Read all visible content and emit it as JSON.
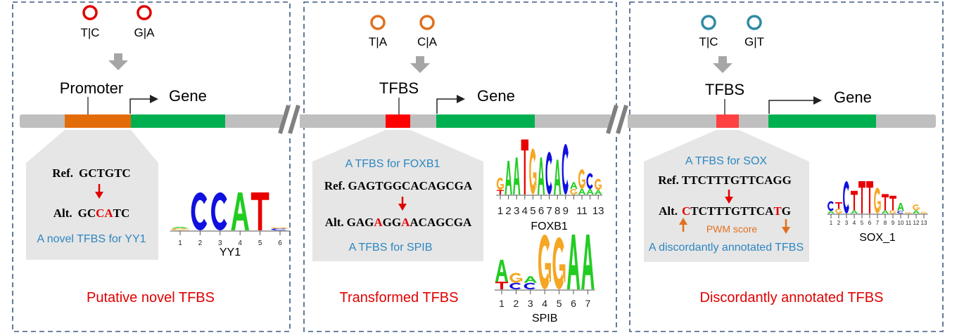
{
  "colors": {
    "variant1": "#e00000",
    "variant2": "#e07020",
    "variant3": "#2f8aa3",
    "promoter": "#e36c0a",
    "gene": "#00b050",
    "tfbs": "#ff0000",
    "track": "#bfbfbf",
    "callout": "#e6e6e6",
    "blueText": "#2e86c1",
    "red": "#e00000",
    "orange": "#e07020",
    "A": "#22cc22",
    "C": "#1010e0",
    "G": "#f5a623",
    "T": "#e80000"
  },
  "panels": [
    {
      "alleles": [
        "T|C",
        "G|A"
      ],
      "element": "Promoter",
      "gene": "Gene",
      "ref_label": "Ref.",
      "ref_seq": "GCTGTC",
      "alt_label": "Alt.",
      "alt_seq": [
        {
          "t": "GC",
          "mut": false
        },
        {
          "t": "CA",
          "mut": true
        },
        {
          "t": "TC",
          "mut": false
        }
      ],
      "note": "A novel TFBS for YY1",
      "title": "Putative novel TFBS"
    },
    {
      "alleles": [
        "T|A",
        "C|A"
      ],
      "element": "TFBS",
      "gene": "Gene",
      "top_note": "A TFBS for FOXB1",
      "ref_label": "Ref.",
      "ref_seq": "GAGTGGCACAGCGA",
      "alt_label": "Alt.",
      "alt_seq": [
        {
          "t": "GAG",
          "mut": false
        },
        {
          "t": "A",
          "mut": true
        },
        {
          "t": "GG",
          "mut": false
        },
        {
          "t": "A",
          "mut": true
        },
        {
          "t": "ACAGCGA",
          "mut": false
        }
      ],
      "note": "A TFBS for SPIB",
      "title": "Transformed TFBS"
    },
    {
      "alleles": [
        "T|C",
        "G|T"
      ],
      "element": "TFBS",
      "gene": "Gene",
      "top_note": "A TFBS for SOX",
      "ref_label": "Ref.",
      "ref_seq": "TTCTTTGTTCAGG",
      "alt_label": "Alt.",
      "alt_seq": [
        {
          "t": "C",
          "mut": true
        },
        {
          "t": "TCTTTGTTCA",
          "mut": false
        },
        {
          "t": "T",
          "mut": true
        },
        {
          "t": "G",
          "mut": false
        }
      ],
      "score_label": "PWM score",
      "note": "A discordantly annotated TFBS",
      "title": "Discordantly annotated TFBS"
    }
  ],
  "logos": [
    {
      "name": "YY1",
      "tick_labels": [
        "1",
        "2",
        "3",
        "4",
        "5",
        "6"
      ],
      "columns": [
        [
          [
            "G",
            0.05
          ],
          [
            "A",
            0.04
          ]
        ],
        [
          [
            "C",
            1.0
          ]
        ],
        [
          [
            "C",
            1.0
          ]
        ],
        [
          [
            "A",
            1.0
          ]
        ],
        [
          [
            "T",
            1.0
          ]
        ],
        [
          [
            "C",
            0.05
          ],
          [
            "G",
            0.03
          ]
        ]
      ]
    },
    {
      "name": "FOXB1",
      "tick_labels": [
        "1",
        "2",
        "3",
        "4",
        "5",
        "6",
        "7",
        "8",
        "9",
        "",
        "11",
        "",
        "13"
      ],
      "columns": [
        [
          [
            "T",
            0.08
          ],
          [
            "G",
            0.22
          ]
        ],
        [
          [
            "A",
            0.6
          ]
        ],
        [
          [
            "A",
            0.66
          ]
        ],
        [
          [
            "T",
            0.98
          ]
        ],
        [
          [
            "G",
            0.82
          ]
        ],
        [
          [
            "A",
            0.66
          ]
        ],
        [
          [
            "C",
            0.76
          ]
        ],
        [
          [
            "A",
            0.62
          ]
        ],
        [
          [
            "C",
            0.9
          ]
        ],
        [
          [
            "G",
            0.1
          ],
          [
            "A",
            0.12
          ]
        ],
        [
          [
            "A",
            0.1
          ],
          [
            "G",
            0.35
          ]
        ],
        [
          [
            "A",
            0.1
          ],
          [
            "C",
            0.28
          ]
        ],
        [
          [
            "A",
            0.08
          ],
          [
            "G",
            0.2
          ]
        ]
      ]
    },
    {
      "name": "SPIB",
      "tick_labels": [
        "1",
        "2",
        "3",
        "4",
        "5",
        "6",
        "7"
      ],
      "columns": [
        [
          [
            "T",
            0.14
          ],
          [
            "A",
            0.4
          ]
        ],
        [
          [
            "C",
            0.12
          ],
          [
            "G",
            0.18
          ]
        ],
        [
          [
            "C",
            0.12
          ],
          [
            "A",
            0.12
          ]
        ],
        [
          [
            "G",
            1.0
          ]
        ],
        [
          [
            "G",
            0.95
          ]
        ],
        [
          [
            "A",
            1.0
          ]
        ],
        [
          [
            "A",
            1.0
          ]
        ]
      ]
    },
    {
      "name": "SOX_1",
      "tick_labels": [
        "1",
        "2",
        "3",
        "4",
        "5",
        "6",
        "7",
        "8",
        "9",
        "10",
        "11",
        "12",
        "13"
      ],
      "columns": [
        [
          [
            "A",
            0.08
          ],
          [
            "C",
            0.3
          ]
        ],
        [
          [
            "G",
            0.15
          ],
          [
            "T",
            0.2
          ]
        ],
        [
          [
            "C",
            1.0
          ]
        ],
        [
          [
            "A",
            0.1
          ],
          [
            "T",
            0.6
          ]
        ],
        [
          [
            "T",
            1.0
          ]
        ],
        [
          [
            "T",
            1.0
          ]
        ],
        [
          [
            "G",
            0.8
          ]
        ],
        [
          [
            "A",
            0.1
          ],
          [
            "T",
            0.5
          ]
        ],
        [
          [
            "G",
            0.1
          ],
          [
            "T",
            0.45
          ]
        ],
        [
          [
            "C",
            0.08
          ],
          [
            "A",
            0.25
          ]
        ],
        [
          [
            "G",
            0.04
          ]
        ],
        [
          [
            "A",
            0.1
          ],
          [
            "G",
            0.18
          ]
        ],
        [
          [
            "G",
            0.05
          ]
        ]
      ]
    }
  ]
}
